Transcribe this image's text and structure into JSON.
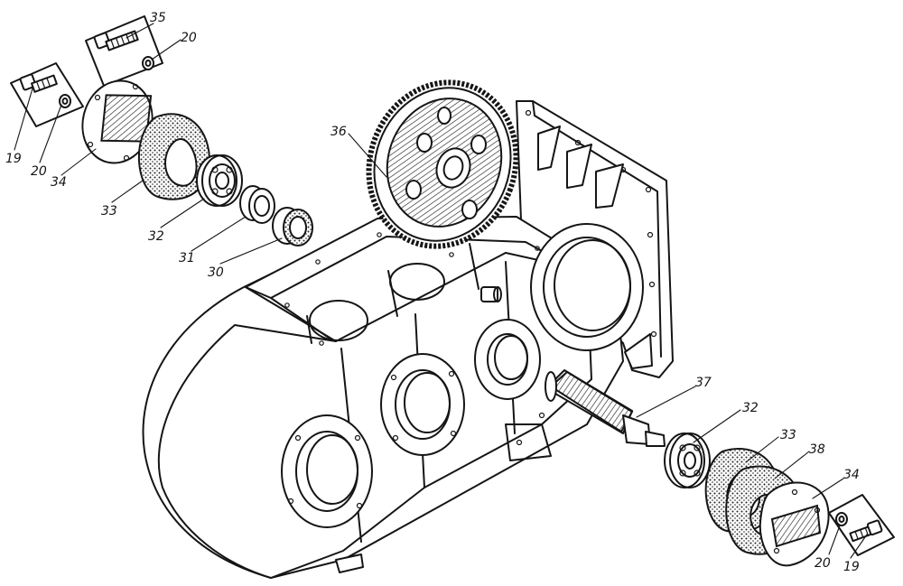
{
  "callouts": [
    {
      "id": "c35",
      "text": "35"
    },
    {
      "id": "c20a",
      "text": "20"
    },
    {
      "id": "c19a",
      "text": "19"
    },
    {
      "id": "c20b",
      "text": "20"
    },
    {
      "id": "c34a",
      "text": "34"
    },
    {
      "id": "c33a",
      "text": "33"
    },
    {
      "id": "c32a",
      "text": "32"
    },
    {
      "id": "c31",
      "text": "31"
    },
    {
      "id": "c30",
      "text": "30"
    },
    {
      "id": "c36",
      "text": "36"
    },
    {
      "id": "c37",
      "text": "37"
    },
    {
      "id": "c32b",
      "text": "32"
    },
    {
      "id": "c33b",
      "text": "33"
    },
    {
      "id": "c38",
      "text": "38"
    },
    {
      "id": "c34b",
      "text": "34"
    },
    {
      "id": "c20c",
      "text": "20"
    },
    {
      "id": "c19b",
      "text": "19"
    }
  ]
}
